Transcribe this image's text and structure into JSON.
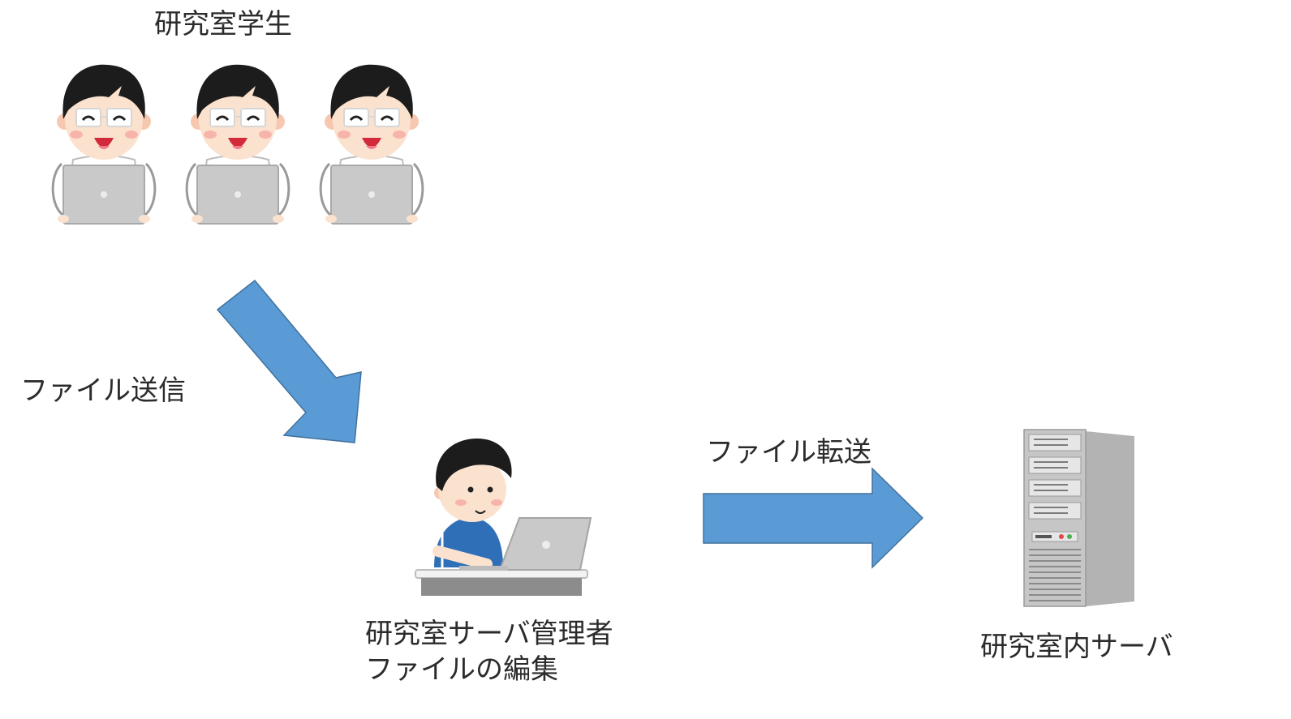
{
  "labels": {
    "students": "研究室学生",
    "file_send": "ファイル送信",
    "file_transfer": "ファイル転送",
    "admin_line1": "研究室サーバ管理者",
    "admin_line2": "ファイルの編集",
    "server": "研究室内サーバ"
  },
  "colors": {
    "arrow_fill": "#5b9bd5",
    "arrow_stroke": "#41719c",
    "hair": "#1c1c1c",
    "skin": "#fbe2cf",
    "cheek": "#f6a9a0",
    "laptop": "#c9c9c9",
    "shirt": "#2f6fb8",
    "server_front": "#c6c6c6",
    "server_side": "#b3b3b3"
  },
  "icons": {
    "students": [
      "student-with-laptop-icon",
      "student-with-laptop-icon",
      "student-with-laptop-icon"
    ],
    "admin": "admin-at-laptop-icon",
    "server": "tower-server-icon",
    "arrows": [
      "arrow-down-right-icon",
      "arrow-right-icon"
    ]
  }
}
